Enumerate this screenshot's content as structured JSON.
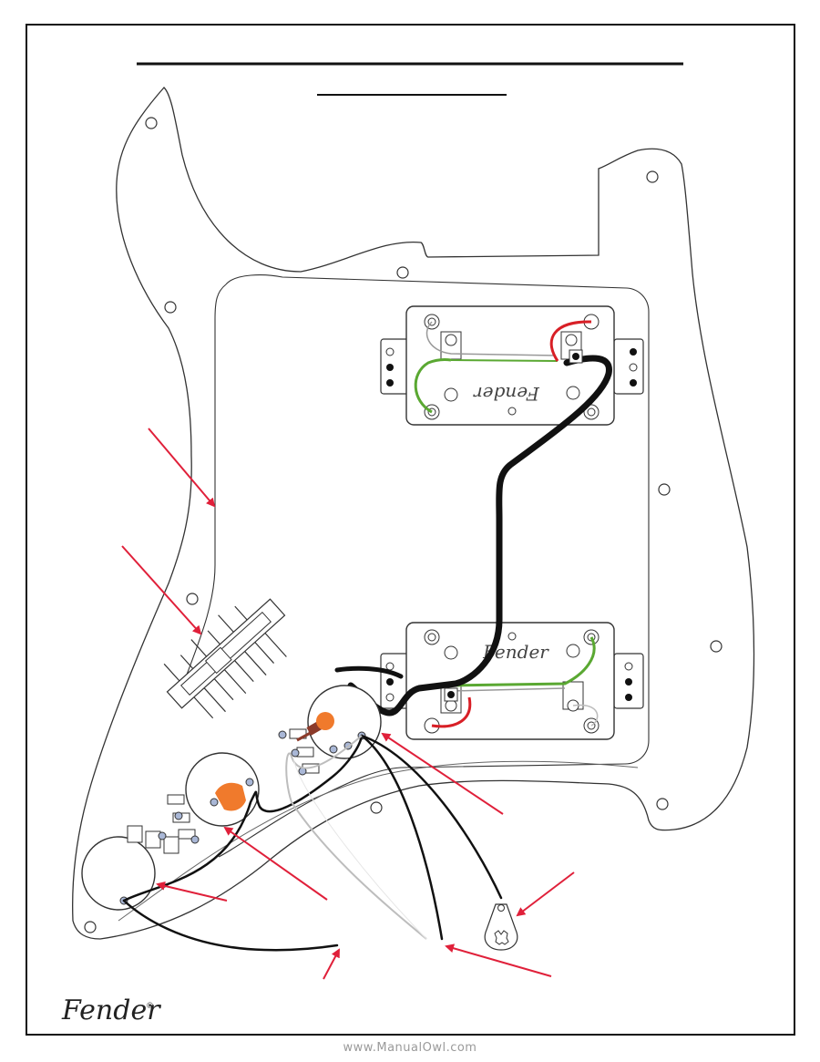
{
  "document": {
    "title": "",
    "subtitle": "",
    "watermark": "www.ManualOwl.com"
  },
  "brand": {
    "logo_text": "Fender",
    "registered_mark": "®",
    "pickup_logo_text": "Fender"
  },
  "colors": {
    "outline": "#333333",
    "wire_black": "#111111",
    "wire_red": "#d81f26",
    "wire_green": "#5aa832",
    "wire_bare": "#bdbdbd",
    "callout_arrow": "#e0203a",
    "capacitor": "#f07a2c",
    "resistor": "#8b3a2a",
    "solder_point": "#a9b7d6"
  },
  "icons": {
    "logo": "fender-script-logo",
    "ground_lug": "ground-lug-icon",
    "switch": "5-way-switch-icon"
  }
}
